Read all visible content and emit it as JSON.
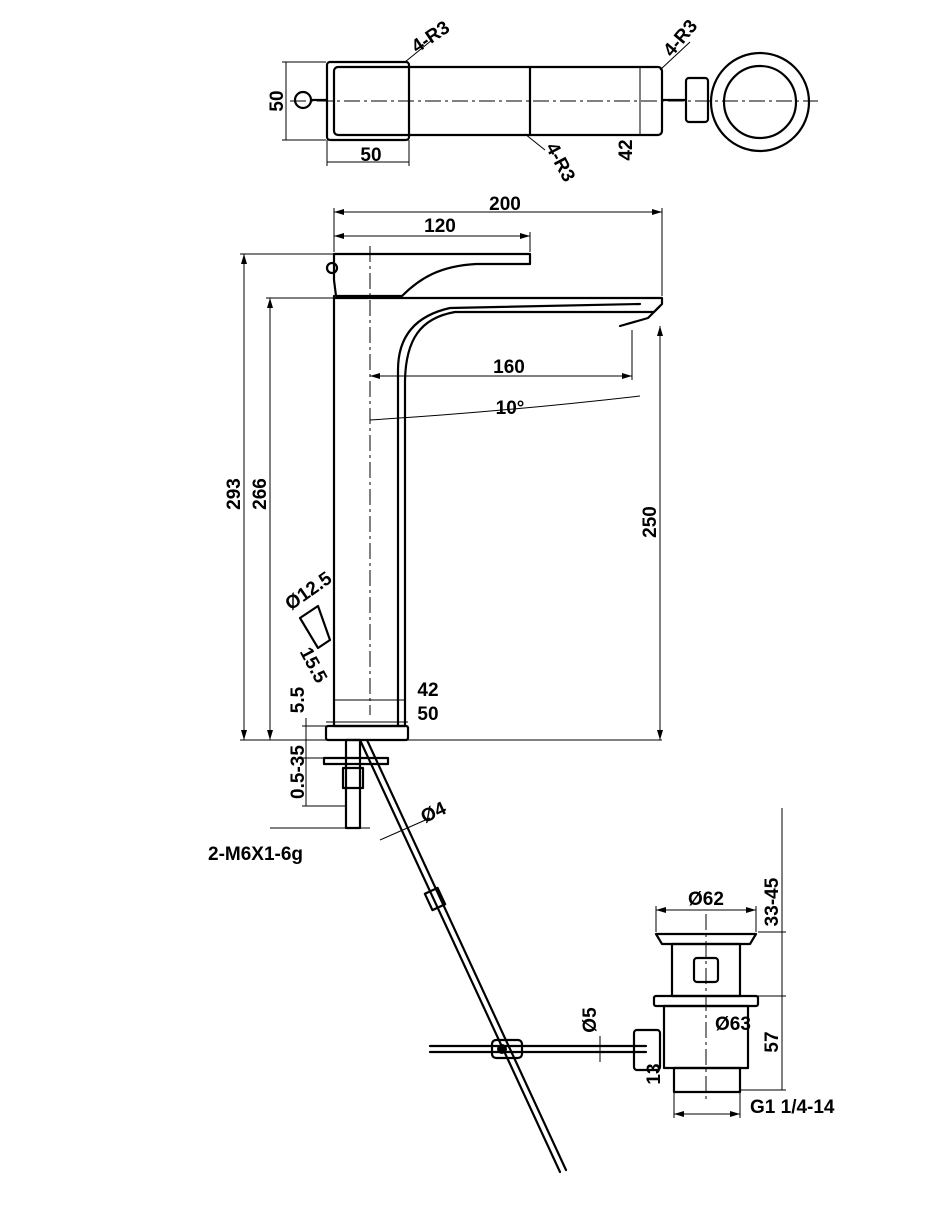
{
  "drawing": {
    "plan_view": {
      "corner_radius_top": "4-R3",
      "corner_radius_right": "4-R3",
      "corner_radius_bottom": "4-R3",
      "handle_depth": "50",
      "handle_width": "50",
      "spout_depth": "42"
    },
    "elevation": {
      "overall_length": "200",
      "handle_length": "120",
      "reach": "160",
      "spout_angle": "10°",
      "overall_height": "293",
      "body_height": "266",
      "outlet_height": "250",
      "aerator_diameter": "Ø12.5",
      "aerator_length": "15.5",
      "base_gap": "5.5",
      "body_diameter": "42",
      "base_diameter": "50",
      "deck_thickness": "0.5-35",
      "fixing_studs": "2-M6X1-6g",
      "pull_rod_diameter": "Ø4"
    },
    "waste": {
      "plug_diameter": "Ø62",
      "plug_height_range": "33-45",
      "flange_diameter": "Ø63",
      "body_height": "57",
      "rod_diameter": "Ø5",
      "rod_offset": "13",
      "thread": "G1 1/4-14"
    }
  }
}
